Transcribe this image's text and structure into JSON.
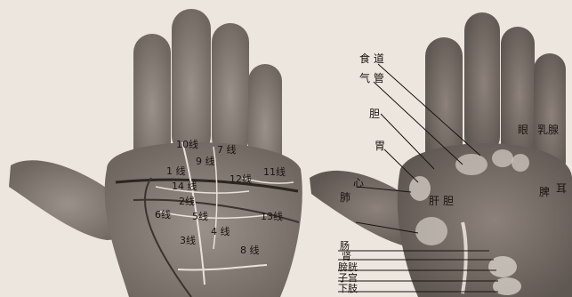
{
  "left_palm": {
    "lines": [
      {
        "id": "l10",
        "label": "10线"
      },
      {
        "id": "l7",
        "label": "7 线"
      },
      {
        "id": "l9",
        "label": "9 线"
      },
      {
        "id": "l1",
        "label": "1 线"
      },
      {
        "id": "l11",
        "label": "11线"
      },
      {
        "id": "l12",
        "label": "12线"
      },
      {
        "id": "l14",
        "label": "14 线"
      },
      {
        "id": "l2",
        "label": "2线"
      },
      {
        "id": "l6",
        "label": "6线"
      },
      {
        "id": "l5",
        "label": "5线"
      },
      {
        "id": "l13",
        "label": "13线"
      },
      {
        "id": "l4",
        "label": "4 线"
      },
      {
        "id": "l3",
        "label": "3线"
      },
      {
        "id": "l8",
        "label": "8 线"
      }
    ]
  },
  "right_palm": {
    "organs": [
      {
        "id": "esophagus",
        "label": "食 道"
      },
      {
        "id": "trachea",
        "label": "气 管"
      },
      {
        "id": "gallbladder",
        "label": "胆"
      },
      {
        "id": "stomach",
        "label": "胃"
      },
      {
        "id": "heart",
        "label": "心"
      },
      {
        "id": "lung",
        "label": "肺"
      },
      {
        "id": "eye",
        "label": "眼"
      },
      {
        "id": "breast",
        "label": "乳腺"
      },
      {
        "id": "liver",
        "label": "肝"
      },
      {
        "id": "gallduct",
        "label": "胆"
      },
      {
        "id": "spleen",
        "label": "脾"
      },
      {
        "id": "ear",
        "label": "耳"
      },
      {
        "id": "intestine",
        "label": "肠"
      },
      {
        "id": "kidney",
        "label": "肾"
      },
      {
        "id": "bladder",
        "label": "膀胱"
      },
      {
        "id": "uterus",
        "label": "子宫"
      },
      {
        "id": "lowerlimb",
        "label": "下肢"
      }
    ]
  },
  "colors": {
    "background": "#ece6df",
    "skin": "#8a8079",
    "skin_dark": "#6e655e",
    "line_dark": "#2b2622",
    "line_light": "#e9e2da"
  }
}
